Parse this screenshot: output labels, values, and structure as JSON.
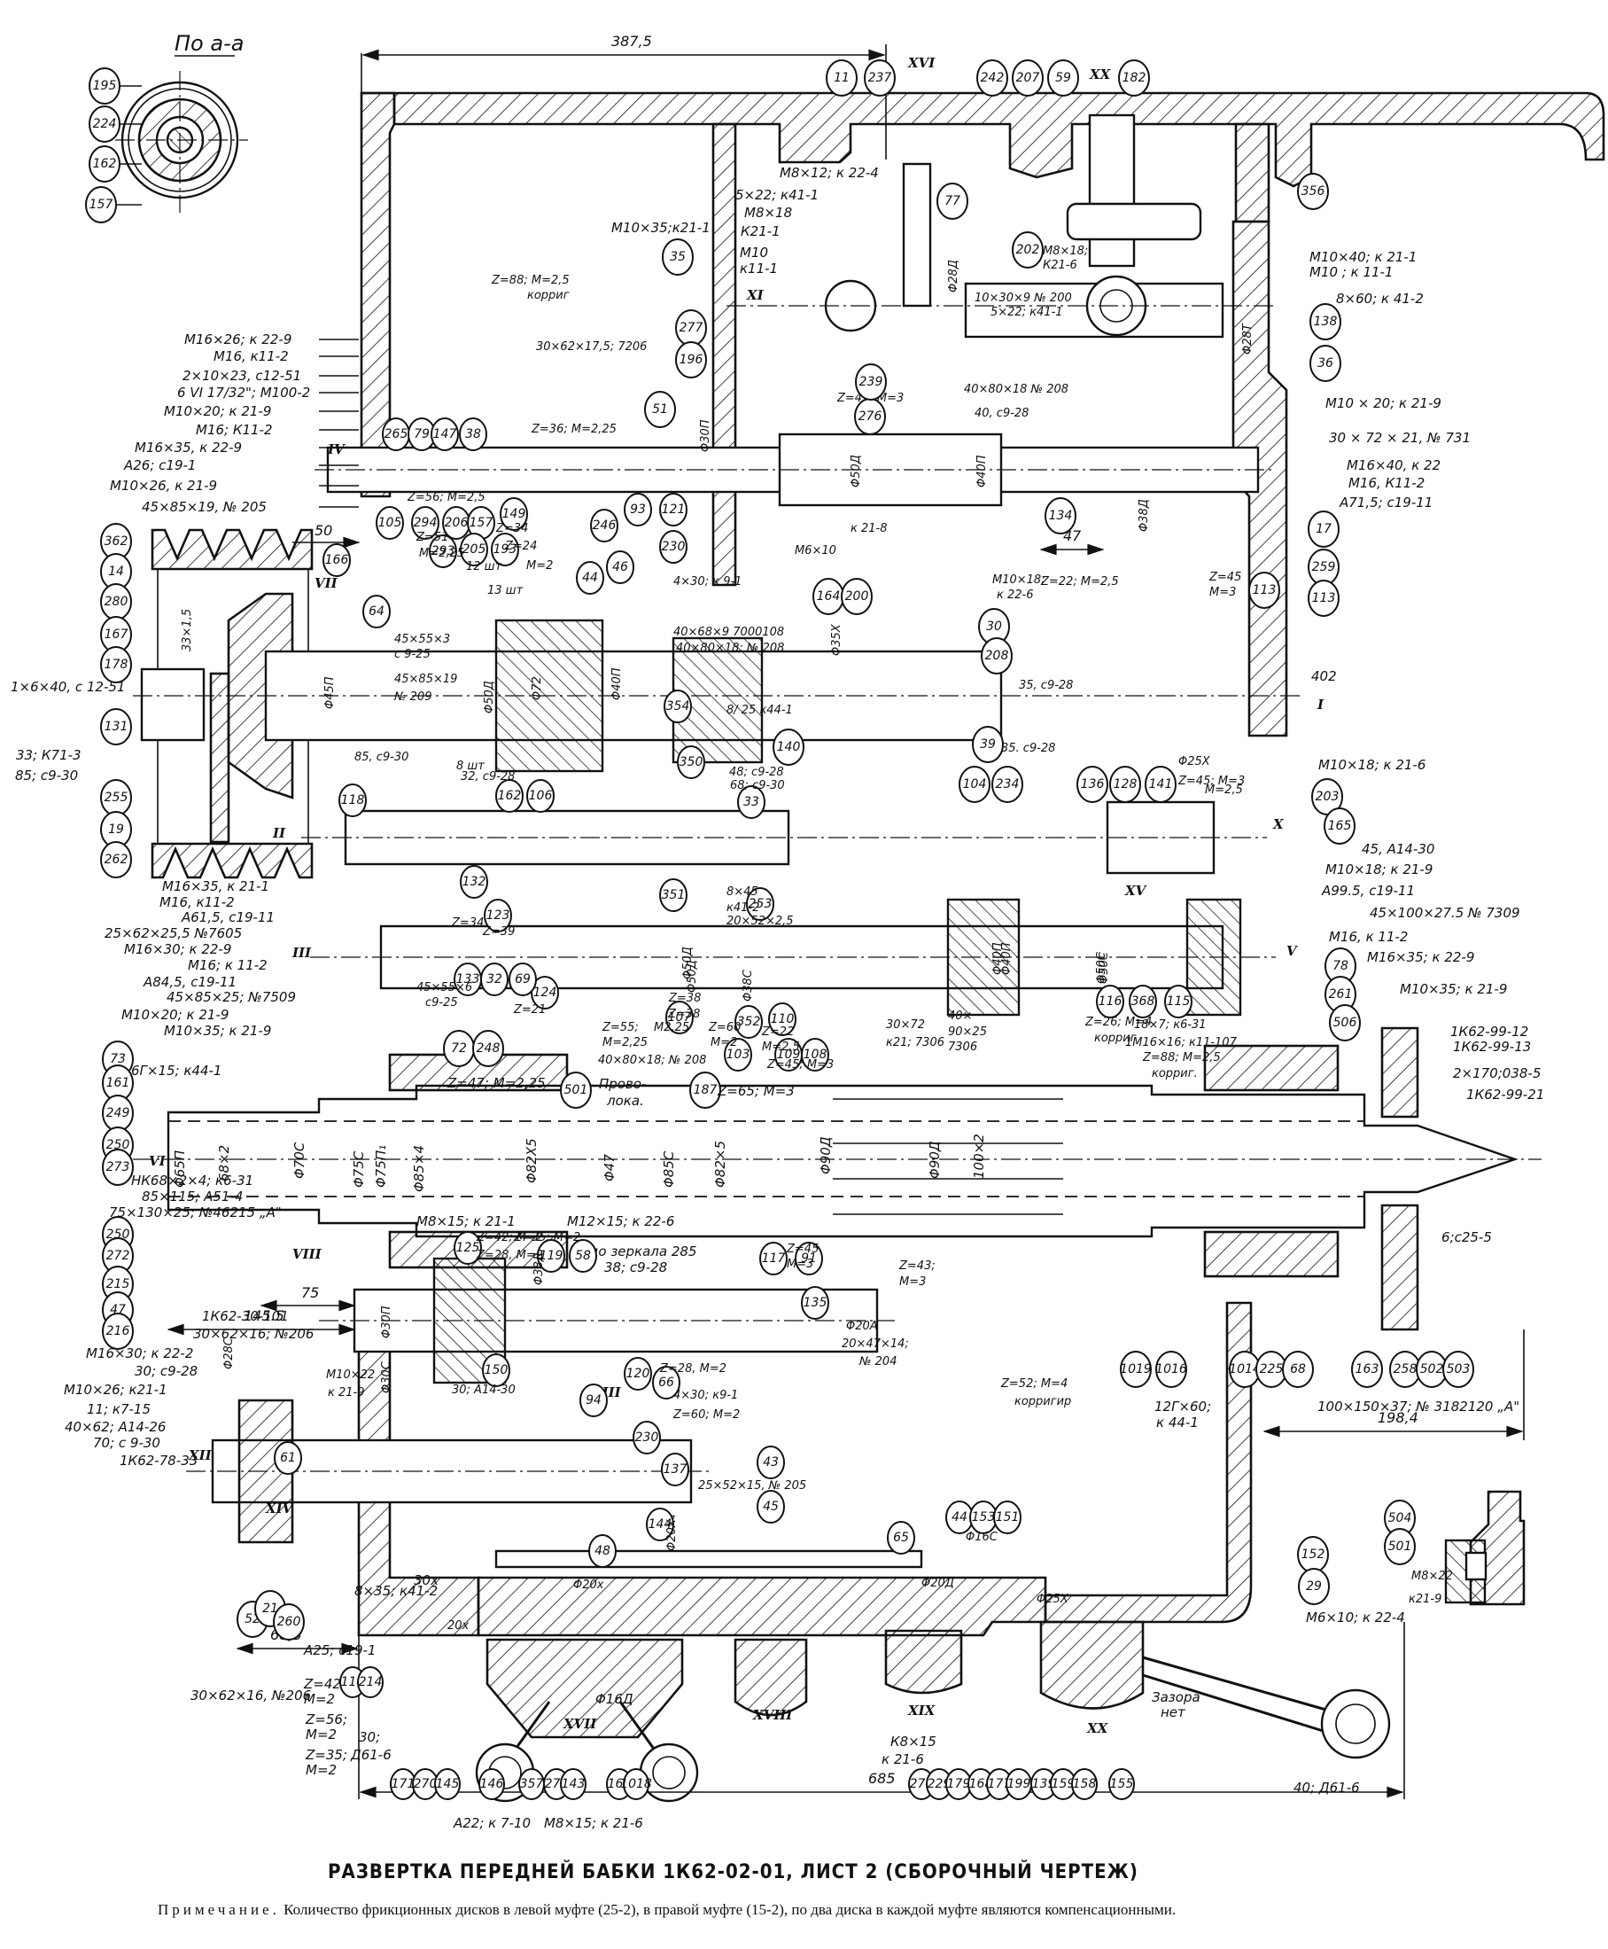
{
  "title": "РАЗВЕРТКА ПЕРЕДНЕЙ БАБКИ 1К62-02-01, ЛИСТ 2 (СБОРОЧНЫЙ ЧЕРТЕЖ)",
  "note": {
    "prefix": "Примечание.",
    "text": "Количество фрикционных дисков в левой муфте (25-2), в правой муфте (15-2), по два диска в каждой муфте являются компенсационными."
  },
  "section_view": {
    "title": "По а-а",
    "balloons": [
      "195",
      "224",
      "162",
      "157"
    ]
  },
  "dimensions": {
    "top_width": "387,5",
    "left_47": "47",
    "left_50": "50",
    "spindle_75": "75",
    "spindle_145": "145.5",
    "bottom_685": "685",
    "bottom_68": "68,5",
    "right_198": "198,4"
  },
  "shaft_labels": {
    "I": "I",
    "II": "II",
    "III": "III",
    "IV": "IV",
    "V": "V",
    "VI": "VI",
    "VII": "VII",
    "VIII": "VIII",
    "X": "X",
    "XI": "XI",
    "XII": "XII",
    "XIII": "XIII",
    "XIV": "XIV",
    "XV": "XV",
    "XVI": "XVI",
    "XVII": "XVII",
    "XVIII": "XVIII",
    "XIX": "XIX",
    "XX": "XX"
  },
  "top_balloons": [
    "11",
    "237",
    "242",
    "207",
    "59",
    "182"
  ],
  "top_callouts": {
    "xvi": "XVI",
    "xx": "XX",
    "m8x12": "M8×12; к 22-4",
    "b77": "77",
    "k41_1": "5×22; к41-1",
    "m8x18": "M8×18",
    "m10x35": "M10×35;к21-1",
    "k21_1": "К21-1",
    "m10_k11": "M10",
    "k11_1": "к11-1",
    "b35": "35",
    "b202": "202",
    "m8x18b": "M8×18;",
    "k21_6": "К21-6",
    "phi28d": "Φ28Д"
  },
  "right_callouts": [
    {
      "text": "356",
      "balloon": true
    },
    {
      "text": "M10×40; к 21-1",
      "balloon": false
    },
    {
      "text": "M10 ; к 11-1",
      "balloon": false
    },
    {
      "text": "8×60; к 41-2",
      "balloon": false
    },
    {
      "text": "138",
      "balloon": true
    },
    {
      "text": "36",
      "balloon": true
    },
    {
      "text": "M10 × 20; к 21-9",
      "balloon": false
    },
    {
      "text": "30 × 72 × 21, № 731",
      "balloon": false
    },
    {
      "text": "M16×40, к 22",
      "balloon": false
    },
    {
      "text": "M16, К11-2",
      "balloon": false
    },
    {
      "text": "A71,5; с19-11",
      "balloon": false
    },
    {
      "text": "17",
      "balloon": true
    },
    {
      "text": "259",
      "balloon": true
    },
    {
      "text": "113",
      "balloon": true
    },
    {
      "text": "402",
      "balloon": false
    },
    {
      "text": "M10×18; к 21-6",
      "balloon": false
    },
    {
      "text": "203",
      "balloon": true
    },
    {
      "text": "165",
      "balloon": true
    },
    {
      "text": "45, A14-30",
      "balloon": false
    },
    {
      "text": "M10×18; к 21-9",
      "balloon": false
    },
    {
      "text": "A99.5, с19-11",
      "balloon": false
    },
    {
      "text": "45×100×27.5 № 7309",
      "balloon": false
    },
    {
      "text": "M16, к 11-2",
      "balloon": false
    },
    {
      "text": "M16×35; к 22-9",
      "balloon": false
    },
    {
      "text": "78",
      "balloon": true
    },
    {
      "text": "261",
      "balloon": true
    },
    {
      "text": "506",
      "balloon": true
    },
    {
      "text": "M10×35; к 21-9",
      "balloon": false
    },
    {
      "text": "1К62-99-12",
      "balloon": false
    },
    {
      "text": "1К62-99-13",
      "balloon": false
    },
    {
      "text": "2×170;038-5",
      "balloon": false
    },
    {
      "text": "1К62-99-21",
      "balloon": false
    },
    {
      "text": "6;с25-5",
      "balloon": false
    }
  ],
  "right_bottom_callouts": {
    "bearing": "100×150×37; № 3182120 „А\"",
    "k44": "12Г×60;",
    "k44b": "к 44-1",
    "b152": "152",
    "b29": "29",
    "m6": "M6×10; к 22-4",
    "b504": "504",
    "b501": "501",
    "m8x22": "M8×22",
    "k21_9": "к21-9",
    "gap": "Зазора",
    "gap2": "нет",
    "lever2": "40; Д61-6"
  },
  "right_row_balloons": [
    "1019",
    "1016",
    "1014",
    "225",
    "68",
    "163",
    "258",
    "502",
    "503"
  ],
  "left_callouts": [
    "M16×26; к 22-9",
    "M16, к11-2",
    "2×10×23, с12-51",
    "6 VI 17/32\"; M100-2",
    "M10×20; к 21-9",
    "M16; К11-2",
    "M16×35, к 22-9",
    "A26; с19-1",
    "M10×26, к 21-9",
    "45×85×19, № 205"
  ],
  "pulley_balloons": [
    "362",
    "14",
    "280",
    "167",
    "178",
    "131",
    "255",
    "19",
    "262"
  ],
  "pulley_callouts": {
    "c12": "1×6×40, с 12-51",
    "k71": "33; К71-3",
    "c9_30": "85; с9-30",
    "d33": "33×1,5"
  },
  "left_mid_callouts": [
    "M16×35, к 21-1",
    "M16, к11-2",
    "A61,5, с19-11",
    "25×62×25,5 №7605",
    "M16×30; к 22-9",
    "M16; к 11-2",
    "A84,5, с19-11",
    "45×85×25; №7509",
    "M10×20; к 21-9",
    "M10×35; к 21-9"
  ],
  "left_lower_balloons": [
    "73",
    "161",
    "249",
    "250",
    "273",
    "250",
    "272",
    "215",
    "47",
    "216"
  ],
  "left_lower_callouts": {
    "k44": "6Г×15; к44-1",
    "hk68": "НК68×2×4; к6-31",
    "a51": "85×115; A51-4",
    "bearing": "75×130×25; №46215 „А\"",
    "k30": "1К62-30-101",
    "b206": "30×62×16; №206",
    "m16x30": "M16×30; к 22-2",
    "c9_28": "30; с9-28",
    "m10x26": "M10×26; к21-1",
    "k7_15": "11; к7-15",
    "a14": "40×62; A14-26",
    "c9_30": "70; с 9-30",
    "k78": "1К62-78-33"
  },
  "bottom_left": {
    "balloons": [
      "52",
      "21",
      "260"
    ],
    "bearing": "30×62×16, №206",
    "a25": "A25; с19-1",
    "z42": "Z=42;",
    "m2a": "M=2",
    "z56": "Z=56;",
    "m2b": "M=2",
    "z35": "Z=35;",
    "m2c": "M=2",
    "lever1": "30;",
    "lever1b": "Д61-6"
  },
  "bottom_balloons": [
    "114",
    "214",
    "171",
    "270",
    "145",
    "146",
    "357",
    "271",
    "143",
    "169",
    "1018",
    "271",
    "229",
    "179",
    "168",
    "177",
    "199",
    "139",
    "159",
    "158",
    "155"
  ],
  "bottom_callouts": {
    "a22": "A22; к 7-10",
    "m8x15": "M8×15; к 21-6",
    "k8": "К8×15",
    "k21_6": "к 21-6",
    "phi16": "Φ16Д",
    "k41_2": "8×35; к41-2",
    "thirty": "30х",
    "twenty": "20х",
    "phi20": "Φ20х",
    "phi25": "Φ25Х"
  },
  "spindle": {
    "phi65": "Φ65П",
    "s68": "68×2",
    "phi70": "Φ70С",
    "phi75c": "Φ75С",
    "phi75p": "Φ75П₁",
    "phi85x4": "Φ85×4",
    "phi82x5": "Φ82Х5",
    "phi47": "Φ47",
    "phi85c": "Φ85С",
    "phi82": "Φ82×5",
    "phi90a": "Φ90Д",
    "phi90b": "Φ90Д",
    "s100": "100×2",
    "m8": "M8×15; к 21-1",
    "m12": "M12×15; к 22-6",
    "wire": "Прово-",
    "wire2": "лока.",
    "b501": "501",
    "b187": "187",
    "z65": "Z=65; M=3",
    "mirror": "до зеркала 285",
    "c9_28": "38; с9-28",
    "z47": "Z=47; M=2,25",
    "b72": "72",
    "b248": "248"
  },
  "mid_callouts": {
    "z88": "Z=88; M=2,5",
    "korrig": "корриг",
    "bearing205": "30×62×17,5; 7206",
    "z36": "Z=36; M=2,25",
    "z45m3": "Z=45; M=3",
    "b51": "51",
    "b277": "277",
    "b196": "196",
    "b276": "276",
    "b239": "239",
    "phi30p": "Φ30П",
    "phi50d": "Φ50Д",
    "phi40p": "Φ40П",
    "phi38d": "Φ38Д",
    "phi28t": "Φ28Т",
    "b134": "134",
    "b113": "113",
    "z22": "Z=22; M=2,5",
    "z45": "Z=45",
    "m3": "M=3",
    "b208_1": "10×30×9 № 200",
    "b208_2": "5×22; к41-1",
    "b208_3": "40×80×18 № 208",
    "c9_28": "40, с9-28",
    "m6x10": "M6×10",
    "k21_8": "к 21-8",
    "m10x18": "M10×18;",
    "k22_6": "к 22-6",
    "b30": "30",
    "b208": "208",
    "b35c9": "35, с9-28",
    "b39": "39",
    "b35c9b": "35. с9-28",
    "phi25x": "Φ25Х",
    "z45m": "Z=45; M=3",
    "m25": "M=2,5",
    "b104": "104",
    "b234": "234",
    "b136": "136",
    "b128": "128",
    "b141": "141",
    "b140": "140",
    "b164": "164",
    "b200": "200",
    "phi35x": "Φ35Х",
    "phi50s": "Φ50С",
    "phi40p2": "Φ40П",
    "phi50d2": "Φ50Д"
  },
  "left_top_mid": {
    "b265": "265",
    "b79": "79",
    "b147": "147",
    "b38": "38",
    "b105": "105",
    "b294": "294",
    "b206": "206",
    "b157": "157",
    "b149": "149",
    "b293": "293",
    "b205": "205",
    "b193": "193",
    "b93": "93",
    "b121": "121",
    "b246": "246",
    "b230": "230",
    "b166": "166",
    "b64": "64",
    "z56": "Z=56; M=2,5",
    "z51": "Z=51",
    "m225": "M=2,25",
    "z34": "Z=34",
    "z24": "Z=24",
    "m22": "M=2",
    "d4x30": "4×30; к 9-1",
    "s45": "45×55×3",
    "c925": "с 9-25",
    "s4585": "45×85×19",
    "n209": "№ 209",
    "phi45p": "Φ45П",
    "phi50d": "Φ50Д",
    "phi72": "Φ72",
    "phi40p": "Φ40П",
    "b354": "354",
    "b106": "106",
    "b162": "162",
    "b350": "350",
    "b118": "118",
    "c930": "85, с9-30",
    "c928": "32, с9-28",
    "eight": "8 шт",
    "thirteen": "13 шт",
    "twelve": "12 шт",
    "b46": "46",
    "b44": "44",
    "b40x68": "40×68×9 7000108",
    "b40x80": "40×80×18; № 208",
    "b8x25": "8/ 25 к44-1",
    "b33": "33",
    "c930b": "68; с9-30",
    "c928b": "48; с9-28"
  },
  "mid_lower": {
    "b132": "132",
    "b123": "123",
    "b124": "124",
    "b133": "133",
    "b32": "32",
    "b69": "69",
    "b351": "351",
    "b253": "253",
    "b110": "110",
    "b352": "352",
    "b103": "103",
    "b109": "109",
    "b108": "108",
    "b107": "107",
    "b115": "115",
    "b116": "116",
    "b368": "368",
    "z34": "Z=34",
    "z39": "Z=39",
    "z38": "Z=38",
    "z21": "Z=21",
    "z38b": "Z=38",
    "m225": "M2,25",
    "z55": "Z=55;",
    "m225b": "M=2,25",
    "b4080": "40×80×18; № 208",
    "z60": "Z=60",
    "m2": "M=2",
    "z22": "Z=22",
    "m25": "M=2,5",
    "z45m3": "Z=45; M=3",
    "b845": "8×45",
    "k41": "к41-2",
    "z20": "20×52×2,5",
    "s4555": "45×55×6",
    "c925": "с9-25",
    "b30x72": "30×72",
    "k21": "к21; 7306",
    "b40": "40×",
    "b90": "90×25",
    "n7306": "7306",
    "z26": "Z=26; M=4",
    "korr": "корриг",
    "z88": "Z=88; M=2,5",
    "korr2": "корриг.",
    "b18x7": "18×7; к6-31",
    "b16x16": "1М16×16; к11-107",
    "phi50d": "Φ50Д",
    "phi38c": "Φ38С",
    "phi40n": "Φ40П",
    "phi50c": "Φ50С"
  },
  "lower_gear": {
    "b125": "125",
    "b119": "119",
    "b58": "58",
    "b117": "117",
    "b91": "91",
    "b135": "135",
    "b150": "150",
    "b120": "120",
    "b66": "66",
    "b94": "94",
    "b230": "230",
    "b137": "137",
    "b61": "61",
    "b144": "144",
    "b43": "43",
    "b45": "45",
    "b65": "65",
    "b44": "44",
    "b153": "153",
    "b151": "151",
    "b48": "48",
    "z42": "Z=42; M=2",
    "z28": "Z=28, M=2",
    "z35": "Z=35; M=2",
    "z45": "Z=45",
    "m3": "M=3",
    "z43": "Z=43;",
    "m3b": "M=3",
    "z52": "Z=52; M=4",
    "korr": "корригир",
    "z28b": "Z=28, M=2",
    "z60": "Z=60; M=2",
    "b4x30": "4×30; к9-1",
    "b20x47": "20×47×14;",
    "n204": "№ 204",
    "b25x52": "25×52×15, № 205",
    "b30a14": "30; A14-30",
    "phi20a": "Φ20А",
    "phi30p": "Φ30П",
    "phi38d": "Φ38Д",
    "phi30c": "Φ30С",
    "phi20x4": "Φ20Х₄",
    "phi16c": "Φ16С",
    "phi20d": "Φ20Д",
    "phi28c": "Φ28С",
    "m10x22": "M10×22",
    "k21_9": "к 21-9"
  }
}
